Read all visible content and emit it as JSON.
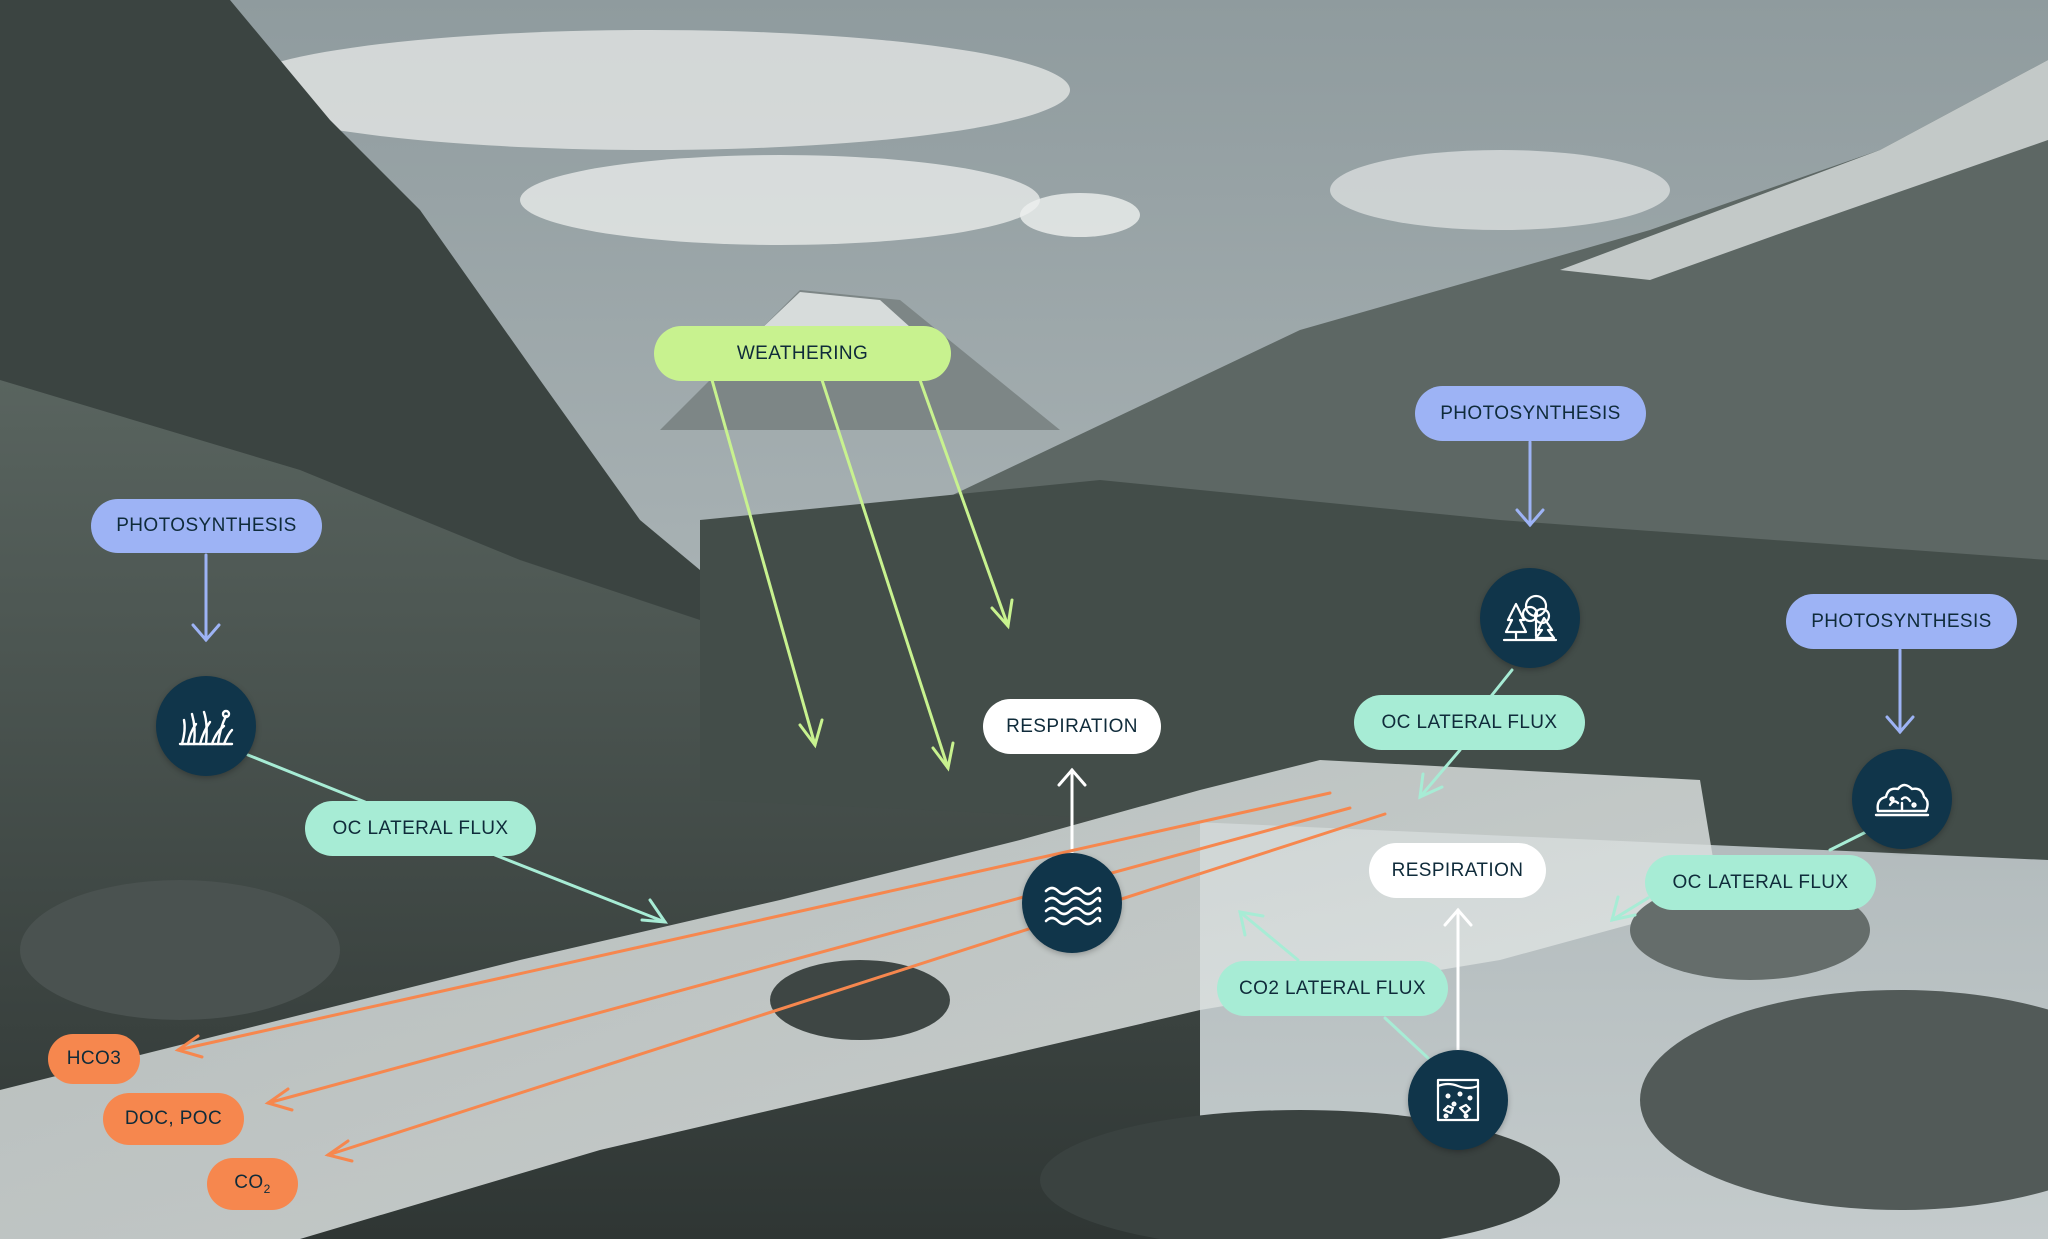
{
  "colors": {
    "weathering": "#c8f28f",
    "photosynthesis": "#9db3f5",
    "lateral_flux": "#a7ecd5",
    "respiration": "#ffffff",
    "output": "#f6874e",
    "icon_bg": "#10354a",
    "text": "#0f2b3a"
  },
  "labels": {
    "weathering": "WEATHERING",
    "photosynthesis_left": "PHOTOSYNTHESIS",
    "photosynthesis_mid": "PHOTOSYNTHESIS",
    "photosynthesis_right": "PHOTOSYNTHESIS",
    "oc_lateral_flux_left": "OC LATERAL FLUX",
    "oc_lateral_flux_mid": "OC LATERAL FLUX",
    "oc_lateral_flux_right": "OC LATERAL FLUX",
    "respiration_mid": "RESPIRATION",
    "respiration_right": "RESPIRATION",
    "co2_lateral_flux": "CO2 LATERAL FLUX",
    "hco3": "HCO3",
    "doc_poc": "DOC, POC",
    "co2_base": "CO",
    "co2_sub": "2"
  },
  "icons": {
    "grass": "grass-icon",
    "forest": "forest-icon",
    "shrub": "shrub-icon",
    "water": "water-icon",
    "soil": "soil-icon"
  }
}
